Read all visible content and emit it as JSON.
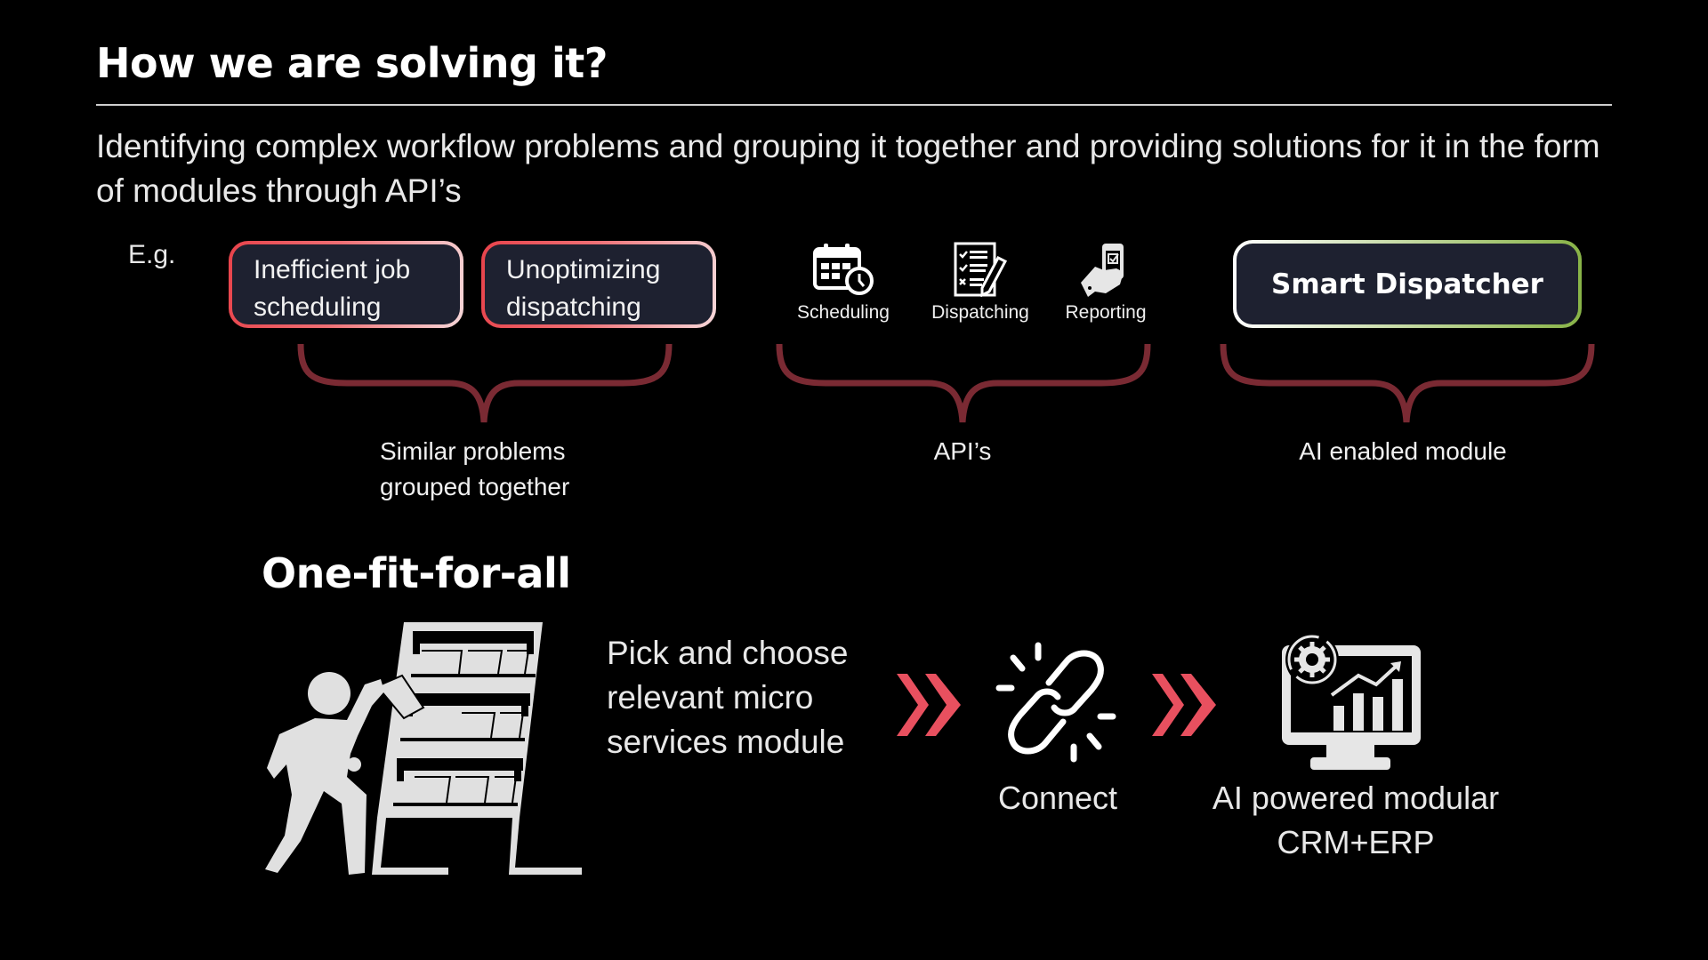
{
  "header": {
    "title": "How we are solving it?",
    "subtitle": "Identifying complex workflow problems and grouping it together and providing solutions for it in the form of modules through API’s"
  },
  "example": {
    "prefix": "E.g.",
    "problems": [
      {
        "label": "Inefficient job scheduling"
      },
      {
        "label": "Unoptimizing dispatching"
      }
    ],
    "apis": [
      {
        "label": "Scheduling",
        "icon": "calendar-clock-icon"
      },
      {
        "label": "Dispatching",
        "icon": "checklist-pencil-icon"
      },
      {
        "label": "Reporting",
        "icon": "hand-phone-check-icon"
      }
    ],
    "module": {
      "label": "Smart Dispatcher"
    },
    "groups": [
      {
        "label": "Similar problems grouped together"
      },
      {
        "label": "API’s"
      },
      {
        "label": "AI enabled module"
      }
    ]
  },
  "flow": {
    "heading": "One-fit-for-all",
    "steps": [
      {
        "label": "Pick and choose relevant micro services module",
        "icon": "person-shelf-icon"
      },
      {
        "label": "Connect",
        "icon": "link-icon"
      },
      {
        "label": "AI powered modular CRM+ERP",
        "icon": "monitor-analytics-icon"
      }
    ],
    "arrow_icon": "double-chevron-right-icon"
  },
  "colors": {
    "background": "#000000",
    "problem_border_start": "#e8434b",
    "problem_border_end": "#f6d7d9",
    "module_border_start": "#ffffff",
    "module_border_end": "#88b347",
    "box_fill": "#1e2130",
    "brace": "#7a2a33",
    "arrow": "#e8505f",
    "icon": "#e6e6e6"
  }
}
